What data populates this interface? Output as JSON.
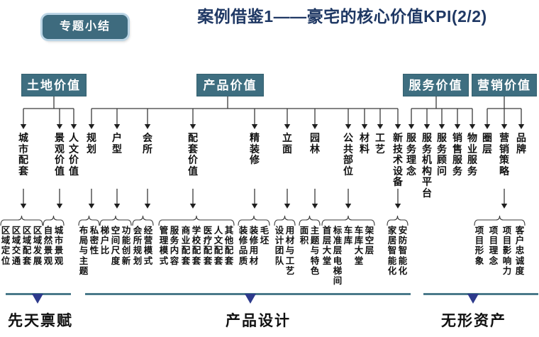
{
  "header": {
    "badge": "专题小结",
    "title": "案例借鉴1——豪宅的核心价值KPI(2/2)"
  },
  "colors": {
    "box_teal": "#3E6E80",
    "badge_teal": "#3E6B7E",
    "badge_glow": "#BCD5E5",
    "title_navy": "#1F3864",
    "bar_teal": "#4A7A8A",
    "triangle_navy": "#2D3A8C",
    "line": "#3A3A3A",
    "arrowhead": "#1F1F1F",
    "text": "#111111"
  },
  "tree": {
    "branches": [
      {
        "label": "土地价值",
        "children": [
          {
            "label": "城市配套",
            "children": [
              "区域定位",
              "区域交通",
              "区域配套",
              "区域发展"
            ]
          },
          {
            "label": "景观价值",
            "children": [
              "自然景观",
              "城市景观"
            ]
          },
          {
            "label": "人文价值",
            "children": []
          }
        ]
      },
      {
        "label": "产品价值",
        "children": [
          {
            "label": "规划",
            "children": [
              "布局与主题",
              "私密性"
            ]
          },
          {
            "label": "户型",
            "children": [
              "梯户比",
              "空间尺度",
              "功能创新"
            ]
          },
          {
            "label": "会所",
            "children": [
              "会所规划",
              "经营模式"
            ]
          },
          {
            "label": "配套价值",
            "children": [
              "管理模式",
              "服务内容",
              "商业配套",
              "学校配套",
              "医疗配套",
              "人文配套",
              "其他配套"
            ]
          },
          {
            "label": "精装修",
            "children": [
              "装修品质",
              "装修用材",
              "毛坯"
            ]
          },
          {
            "label": "立面",
            "children": [
              "设计团队",
              "用材与工艺"
            ]
          },
          {
            "label": "园林",
            "children": [
              "面积",
              "主题与特色"
            ]
          },
          {
            "label": "公共部位",
            "children": [
              "首层大堂",
              "标准层电梯间",
              "车库",
              "车库大堂",
              "架空层"
            ]
          },
          {
            "label": "材料",
            "children": []
          },
          {
            "label": "工艺",
            "children": []
          },
          {
            "label": "新技术设备",
            "children": [
              "家居智能化",
              "安防智能化"
            ]
          }
        ]
      },
      {
        "label": "服务价值",
        "children": [
          {
            "label": "服务理念",
            "children": []
          },
          {
            "label": "服务机构平台",
            "children": []
          },
          {
            "label": "服务顾问",
            "children": []
          },
          {
            "label": "销售服务",
            "children": []
          },
          {
            "label": "物业服务",
            "children": []
          }
        ]
      },
      {
        "label": "营销价值",
        "children": [
          {
            "label": "圈层",
            "children": []
          },
          {
            "label": "营销策略",
            "children": [
              "项目形象",
              "项目理念",
              "项目影响力",
              "客户忠诚度"
            ]
          },
          {
            "label": "品牌",
            "children": []
          }
        ]
      }
    ]
  },
  "footer": {
    "sections": [
      {
        "label": "先天禀赋"
      },
      {
        "label": "产品设计"
      },
      {
        "label": "无形资产"
      }
    ]
  }
}
